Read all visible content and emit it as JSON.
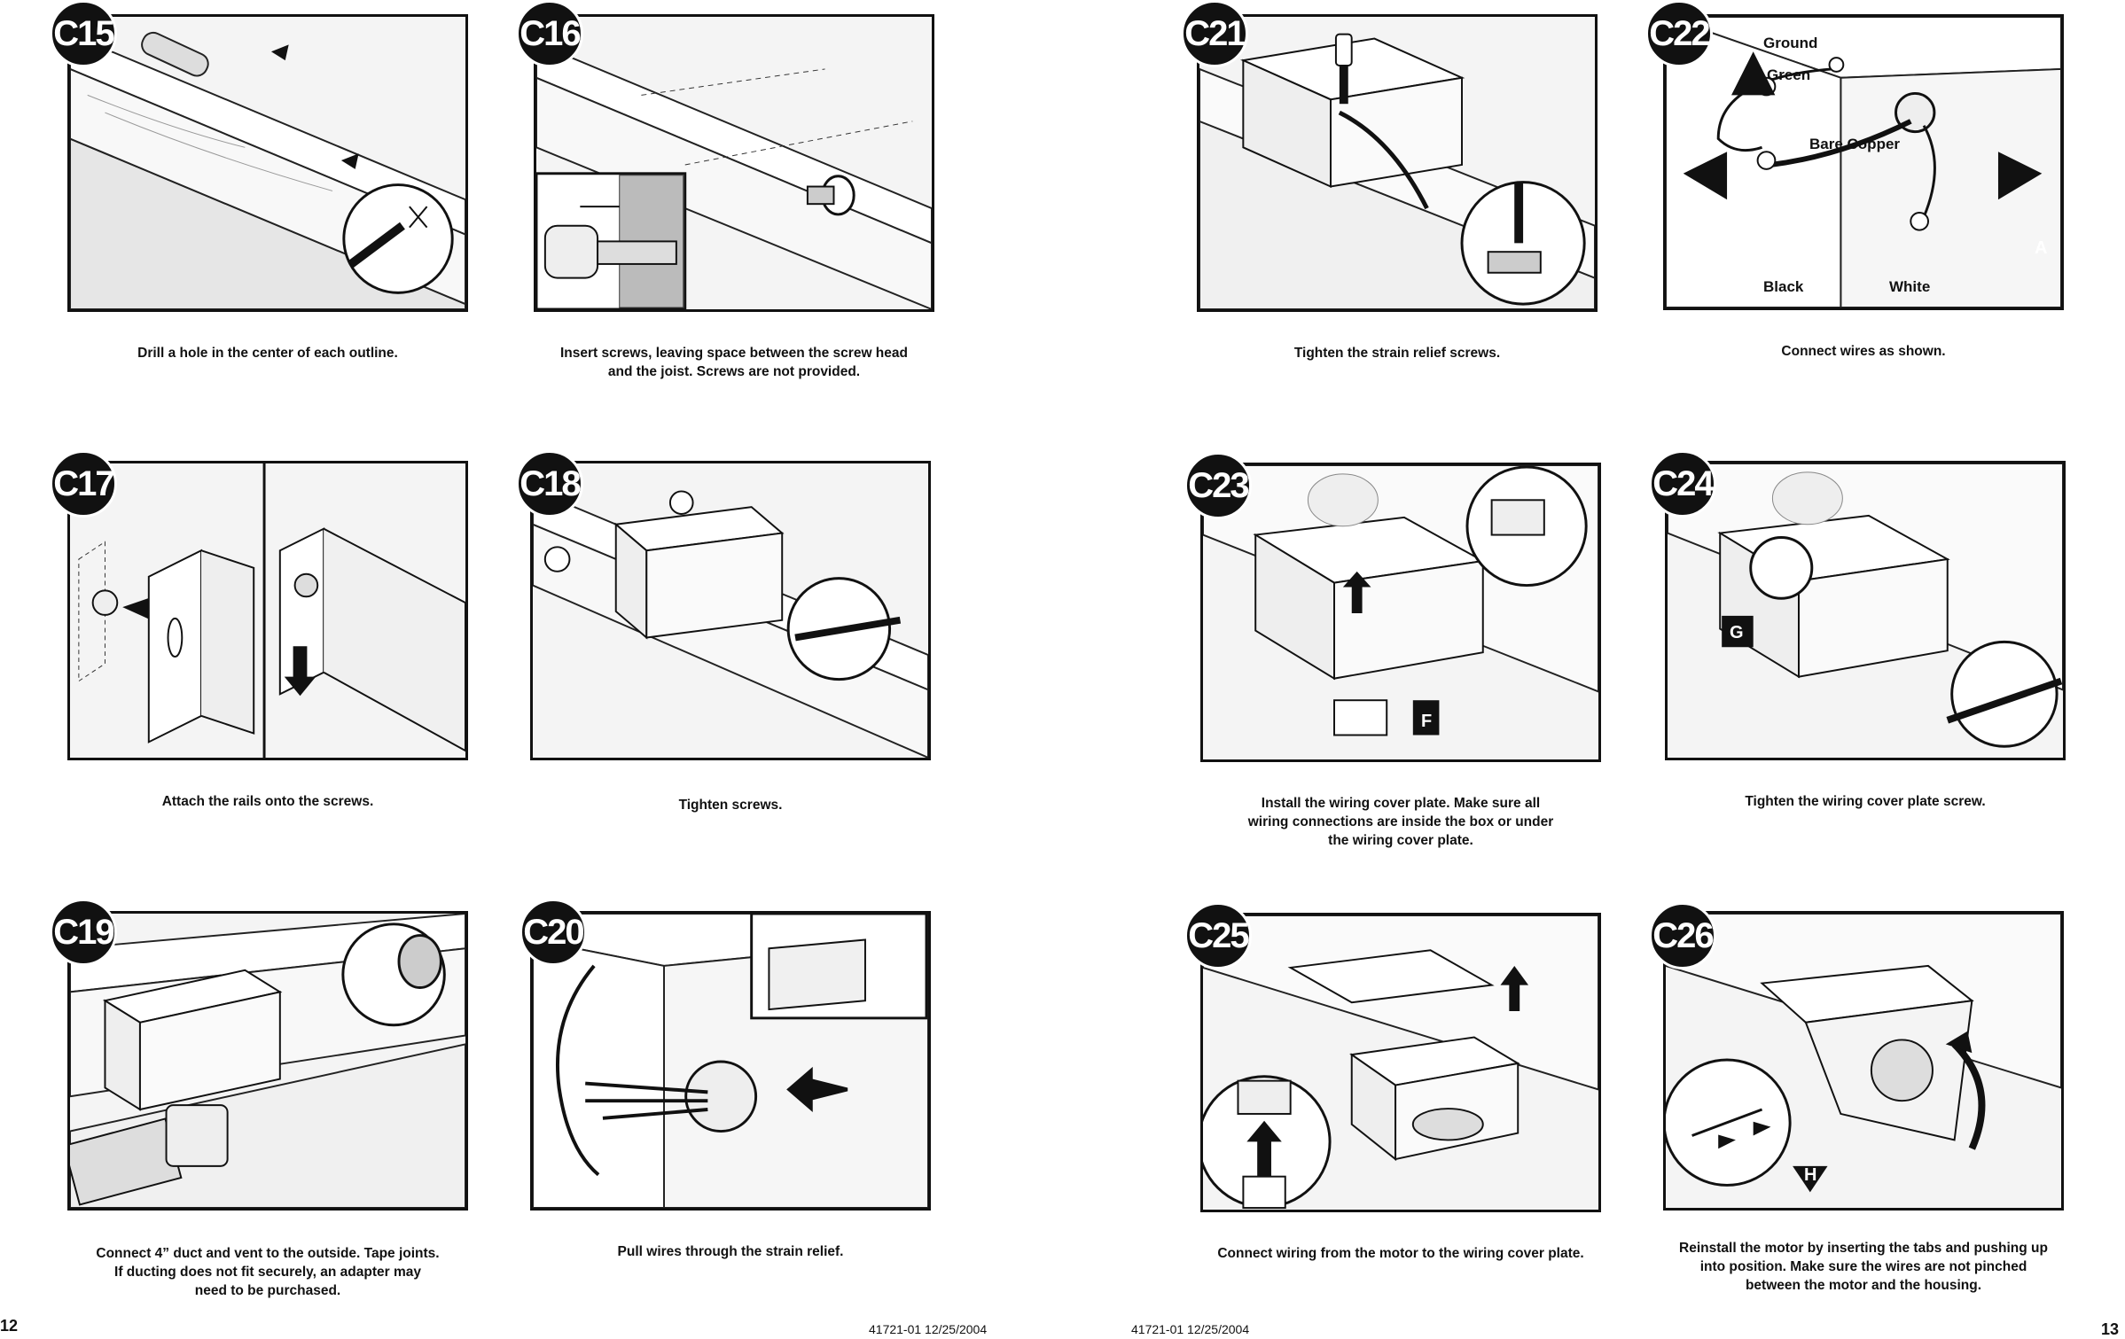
{
  "steps": {
    "c15": {
      "id": "C15",
      "caption": "Drill a hole in the center of each outline."
    },
    "c16": {
      "id": "C16",
      "caption": "Insert screws, leaving space between the screw head\nand the joist. Screws are not provided."
    },
    "c17": {
      "id": "C17",
      "caption": "Attach the rails onto the screws."
    },
    "c18": {
      "id": "C18",
      "caption": "Tighten screws."
    },
    "c19": {
      "id": "C19",
      "caption": "Connect 4” duct and vent to the outside. Tape joints.\nIf ducting does not fit securely, an adapter may\nneed to be purchased."
    },
    "c20": {
      "id": "C20",
      "caption": "Pull wires through the strain relief."
    },
    "c21": {
      "id": "C21",
      "caption": "Tighten the strain relief screws."
    },
    "c22": {
      "id": "C22",
      "caption": "Connect wires as shown.",
      "labels": {
        "ground": "Ground",
        "green": "Green",
        "bare_copper": "Bare Copper",
        "black": "Black",
        "white": "White",
        "marker": "A"
      }
    },
    "c23": {
      "id": "C23",
      "caption": "Install the wiring cover plate. Make sure all\nwiring connections are inside the box or under\nthe wiring cover plate.",
      "labels": {
        "marker": "F"
      }
    },
    "c24": {
      "id": "C24",
      "caption": "Tighten the wiring cover plate screw.",
      "labels": {
        "marker": "G"
      }
    },
    "c25": {
      "id": "C25",
      "caption": "Connect wiring from the motor to the wiring cover plate."
    },
    "c26": {
      "id": "C26",
      "caption": "Reinstall the motor by inserting the tabs and pushing up\ninto  position. Make sure the wires are not pinched\nbetween the motor and the housing.",
      "labels": {
        "marker": "H"
      }
    }
  },
  "footer": {
    "left_page": "12",
    "right_page": "13",
    "left_code": "41721-01  12/25/2004",
    "right_code": "41721-01  12/25/2004"
  }
}
